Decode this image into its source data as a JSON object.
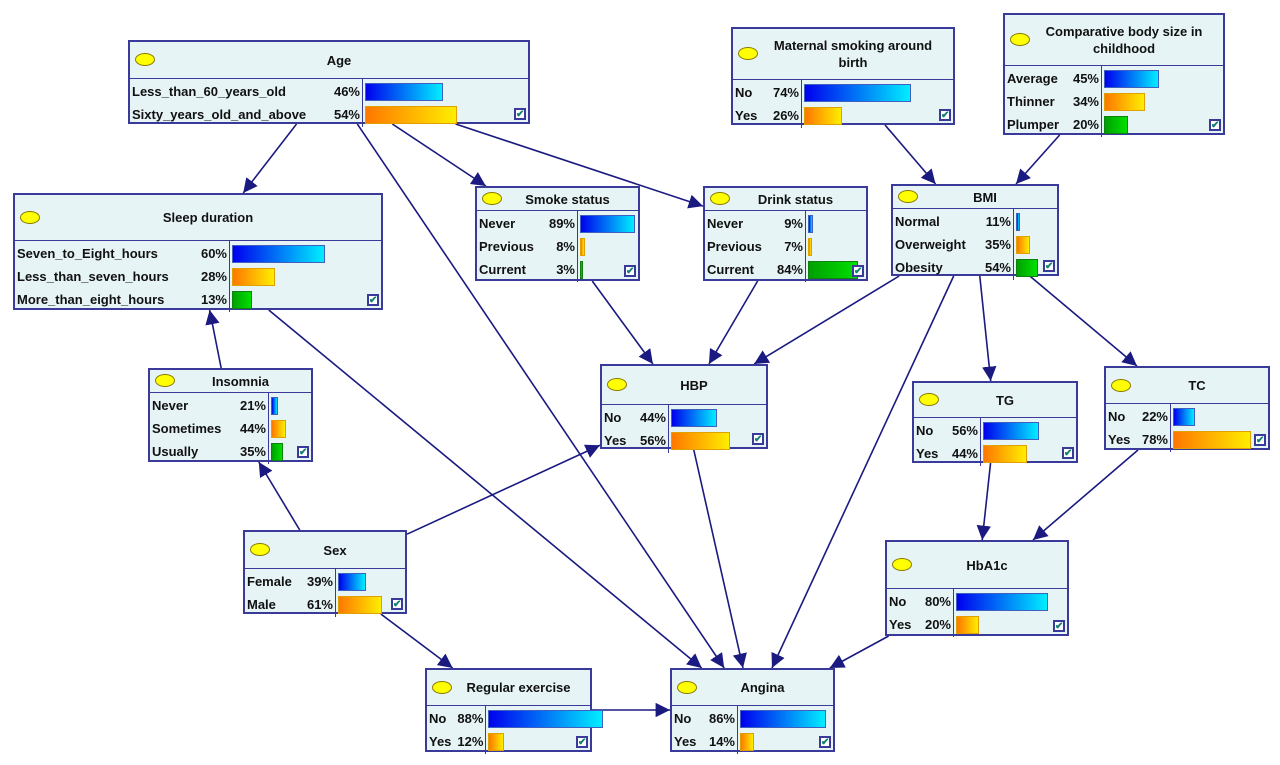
{
  "diagram": {
    "type": "bayesian-network",
    "nodes": [
      {
        "id": "age",
        "title": "Age",
        "states": [
          {
            "label": "Less_than_60_years_old",
            "value": 46
          },
          {
            "label": "Sixty_years_old_and_above",
            "value": 54
          }
        ]
      },
      {
        "id": "sleep",
        "title": "Sleep duration",
        "states": [
          {
            "label": "Seven_to_Eight_hours",
            "value": 60
          },
          {
            "label": "Less_than_seven_hours",
            "value": 28
          },
          {
            "label": "More_than_eight_hours",
            "value": 13
          }
        ]
      },
      {
        "id": "smoke",
        "title": "Smoke status",
        "states": [
          {
            "label": "Never",
            "value": 89
          },
          {
            "label": "Previous",
            "value": 8
          },
          {
            "label": "Current",
            "value": 3
          }
        ]
      },
      {
        "id": "drink",
        "title": "Drink status",
        "states": [
          {
            "label": "Never",
            "value": 9
          },
          {
            "label": "Previous",
            "value": 7
          },
          {
            "label": "Current",
            "value": 84
          }
        ]
      },
      {
        "id": "maternal",
        "title": "Maternal smoking around birth",
        "states": [
          {
            "label": "No",
            "value": 74
          },
          {
            "label": "Yes",
            "value": 26
          }
        ]
      },
      {
        "id": "bodysize",
        "title": "Comparative body size in childhood",
        "states": [
          {
            "label": "Average",
            "value": 45
          },
          {
            "label": "Thinner",
            "value": 34
          },
          {
            "label": "Plumper",
            "value": 20
          }
        ]
      },
      {
        "id": "bmi",
        "title": "BMI",
        "states": [
          {
            "label": "Normal",
            "value": 11
          },
          {
            "label": "Overweight",
            "value": 35
          },
          {
            "label": "Obesity",
            "value": 54
          }
        ]
      },
      {
        "id": "insomnia",
        "title": "Insomnia",
        "states": [
          {
            "label": "Never",
            "value": 21
          },
          {
            "label": "Sometimes",
            "value": 44
          },
          {
            "label": "Usually",
            "value": 35
          }
        ]
      },
      {
        "id": "hbp",
        "title": "HBP",
        "states": [
          {
            "label": "No",
            "value": 44
          },
          {
            "label": "Yes",
            "value": 56
          }
        ]
      },
      {
        "id": "tg",
        "title": "TG",
        "states": [
          {
            "label": "No",
            "value": 56
          },
          {
            "label": "Yes",
            "value": 44
          }
        ]
      },
      {
        "id": "tc",
        "title": "TC",
        "states": [
          {
            "label": "No",
            "value": 22
          },
          {
            "label": "Yes",
            "value": 78
          }
        ]
      },
      {
        "id": "sex",
        "title": "Sex",
        "states": [
          {
            "label": "Female",
            "value": 39
          },
          {
            "label": "Male",
            "value": 61
          }
        ]
      },
      {
        "id": "hba1c",
        "title": "HbA1c",
        "states": [
          {
            "label": "No",
            "value": 80
          },
          {
            "label": "Yes",
            "value": 20
          }
        ]
      },
      {
        "id": "exercise",
        "title": "Regular exercise",
        "states": [
          {
            "label": "No",
            "value": 88
          },
          {
            "label": "Yes",
            "value": 12
          }
        ]
      },
      {
        "id": "angina",
        "title": "Angina",
        "states": [
          {
            "label": "No",
            "value": 86
          },
          {
            "label": "Yes",
            "value": 14
          }
        ]
      }
    ],
    "edges": [
      [
        "age",
        "sleep"
      ],
      [
        "age",
        "smoke"
      ],
      [
        "age",
        "drink"
      ],
      [
        "age",
        "angina"
      ],
      [
        "maternal",
        "bmi"
      ],
      [
        "bodysize",
        "bmi"
      ],
      [
        "insomnia",
        "sleep"
      ],
      [
        "sleep",
        "angina"
      ],
      [
        "smoke",
        "hbp"
      ],
      [
        "drink",
        "hbp"
      ],
      [
        "bmi",
        "hbp"
      ],
      [
        "bmi",
        "angina"
      ],
      [
        "bmi",
        "tg"
      ],
      [
        "bmi",
        "tc"
      ],
      [
        "sex",
        "insomnia"
      ],
      [
        "sex",
        "hbp"
      ],
      [
        "sex",
        "exercise"
      ],
      [
        "hbp",
        "angina"
      ],
      [
        "tg",
        "hba1c"
      ],
      [
        "tc",
        "hba1c"
      ],
      [
        "hba1c",
        "angina"
      ],
      [
        "exercise",
        "angina"
      ]
    ],
    "colors": {
      "node_bg": "#e6f4f6",
      "border": "#3a3a9a",
      "edge": "#1a1a80",
      "indicator": "#ffff00"
    },
    "icons": {
      "node_indicator": "yellow-ellipse-icon",
      "checkbox": "checked-box-icon"
    }
  }
}
